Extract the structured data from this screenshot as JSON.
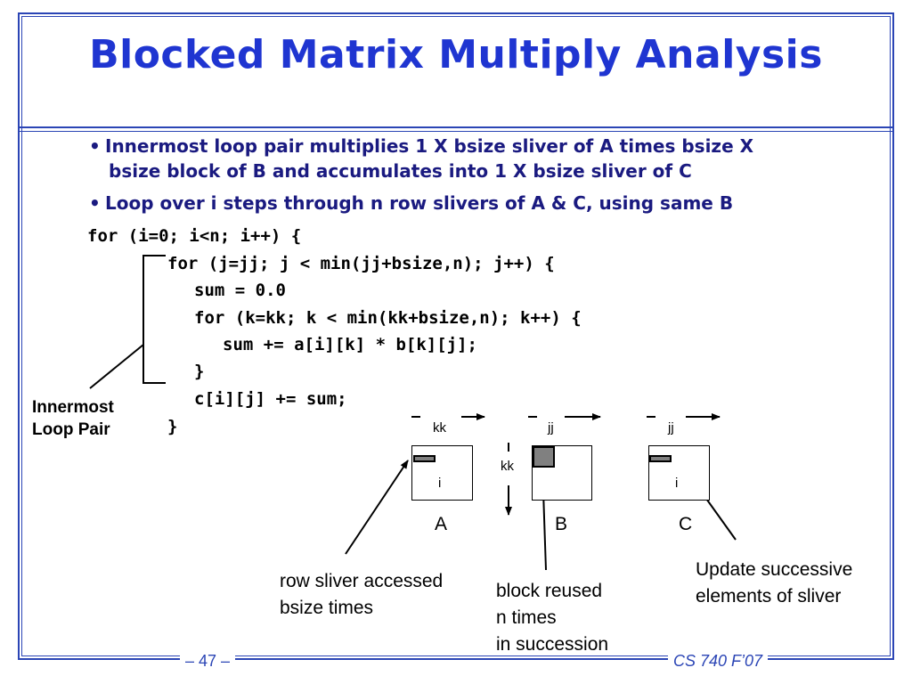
{
  "title": "Blocked Matrix Multiply Analysis",
  "bullets": [
    {
      "dot": "•",
      "line1": "Innermost loop pair multiplies 1 X bsize sliver of A times bsize X",
      "line2": "bsize block of B and accumulates into 1 X bsize sliver of C"
    },
    {
      "dot": "•",
      "line1": "Loop over i steps through n row slivers of A & C, using same B"
    }
  ],
  "code": [
    "for (i=0; i<n; i++) {",
    "for (j=jj; j < min(jj+bsize,n); j++) {",
    "sum = 0.0",
    "for (k=kk; k < min(kk+bsize,n); k++) {",
    "sum += a[i][k] * b[k][j];",
    "}",
    "c[i][j] += sum;",
    "}"
  ],
  "innermost_label": [
    "Innermost",
    "Loop Pair"
  ],
  "diagrams": {
    "a": {
      "top_label": "kk",
      "side_label": "i",
      "name": "A"
    },
    "b": {
      "top_label": "jj",
      "side_label": "kk",
      "name": "B"
    },
    "c": {
      "top_label": "jj",
      "side_label": "i",
      "name": "C"
    }
  },
  "notes": {
    "a": [
      "row sliver accessed",
      "bsize times"
    ],
    "b": [
      "block reused",
      "n times",
      "in succession"
    ],
    "c": [
      "Update successive",
      "elements of sliver"
    ]
  },
  "footer": {
    "page": "– 47 –",
    "course": "CS 740 F’07"
  },
  "colors": {
    "accent": "#2b45b5",
    "title": "#1f35d1",
    "bullet_text": "#1a1a80",
    "block_fill": "#808080"
  }
}
